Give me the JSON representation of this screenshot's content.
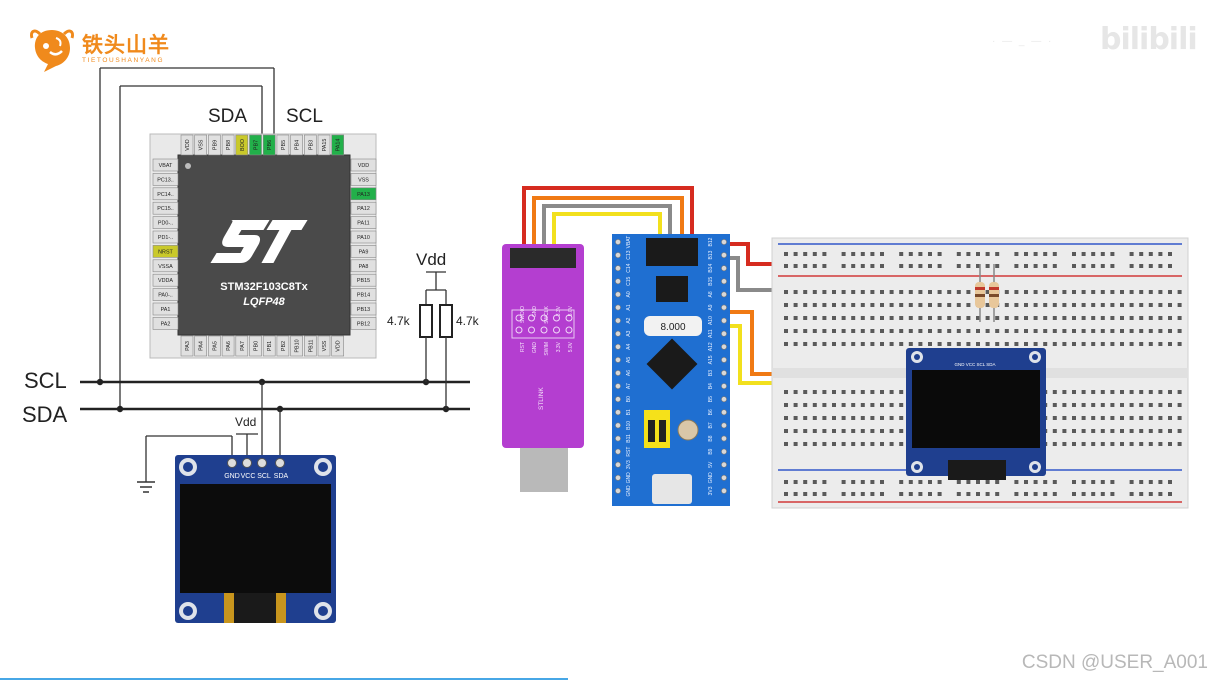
{
  "brand": {
    "name": "铁头山羊",
    "subtitle": "TIETOUSHANYANG",
    "watermark": "bilibili",
    "watermark_user": "· — _ — ·",
    "csdn": "CSDN @USER_A001",
    "accent_color": "#f08a1c",
    "line_color": "#47a7e6"
  },
  "schematic": {
    "chip_model": "STM32F103C8Tx",
    "chip_package": "LQFP48",
    "top_pins": [
      "VDD",
      "VSS",
      "PB9",
      "PB8",
      "BOO",
      "PB7",
      "PB6",
      "PB5",
      "PB4",
      "PB3",
      "PA15",
      "PA14"
    ],
    "left_pins": [
      "VBAT",
      "PC13..",
      "PC14..",
      "PC15..",
      "PD0-..",
      "PD1-..",
      "NRST",
      "VSSA",
      "VDDA",
      "PA0-..",
      "PA1",
      "PA2"
    ],
    "right_pins": [
      "VDD",
      "VSS",
      "PA13",
      "PA12",
      "PA11",
      "PA10",
      "PA9",
      "PA8",
      "PB15",
      "PB14",
      "PB13",
      "PB12"
    ],
    "bottom_pins": [
      "PA3",
      "PA4",
      "PA5",
      "PA6",
      "PA7",
      "PB0",
      "PB1",
      "PB2",
      "PB10",
      "PB11",
      "VSS",
      "VDD"
    ],
    "bus_label_sda_top": "SDA",
    "bus_label_scl_top": "SCL",
    "bus_label_scl": "SCL",
    "bus_label_sda": "SDA",
    "vdd_pullup": "Vdd",
    "resistor_left": "4.7k",
    "resistor_right": "4.7k",
    "vdd_oled": "Vdd",
    "oled_pins": [
      "GND",
      "VCC",
      "SCL",
      "SDA"
    ],
    "pin_colors": {
      "green": "#22b04a",
      "yellow": "#c9c92a",
      "gray": "#e0e0e0"
    }
  },
  "breadboard_view": {
    "stlink_pins_left": [
      "RST",
      "GND",
      "SWIM",
      "3.3V",
      "5.0V"
    ],
    "stlink_pins_right": [
      "SWDIO",
      "GND",
      "SWCLK",
      "3.3V",
      "5.0V"
    ],
    "stlink_label": "STLINK",
    "board_display": "8.000",
    "board_pins_left": [
      "VBAT",
      "C13",
      "C14",
      "C15",
      "A0",
      "A1",
      "A2",
      "A3",
      "A4",
      "A5",
      "A6",
      "A7",
      "B0",
      "B1",
      "B10",
      "B11",
      "RST",
      "3V3",
      "GND",
      "GND"
    ],
    "board_pins_right": [
      "B12",
      "B13",
      "B14",
      "B15",
      "A8",
      "A9",
      "A10",
      "A11",
      "A12",
      "A15",
      "B3",
      "B4",
      "B5",
      "B6",
      "B7",
      "B8",
      "B9",
      "5V",
      "GND",
      "3V3"
    ],
    "oled_header": "GND VCC SCL SDA",
    "wire_colors": {
      "red": "#d62b1f",
      "orange": "#f07a14",
      "gray": "#8a8a8a",
      "yellow": "#f2e01d"
    }
  }
}
